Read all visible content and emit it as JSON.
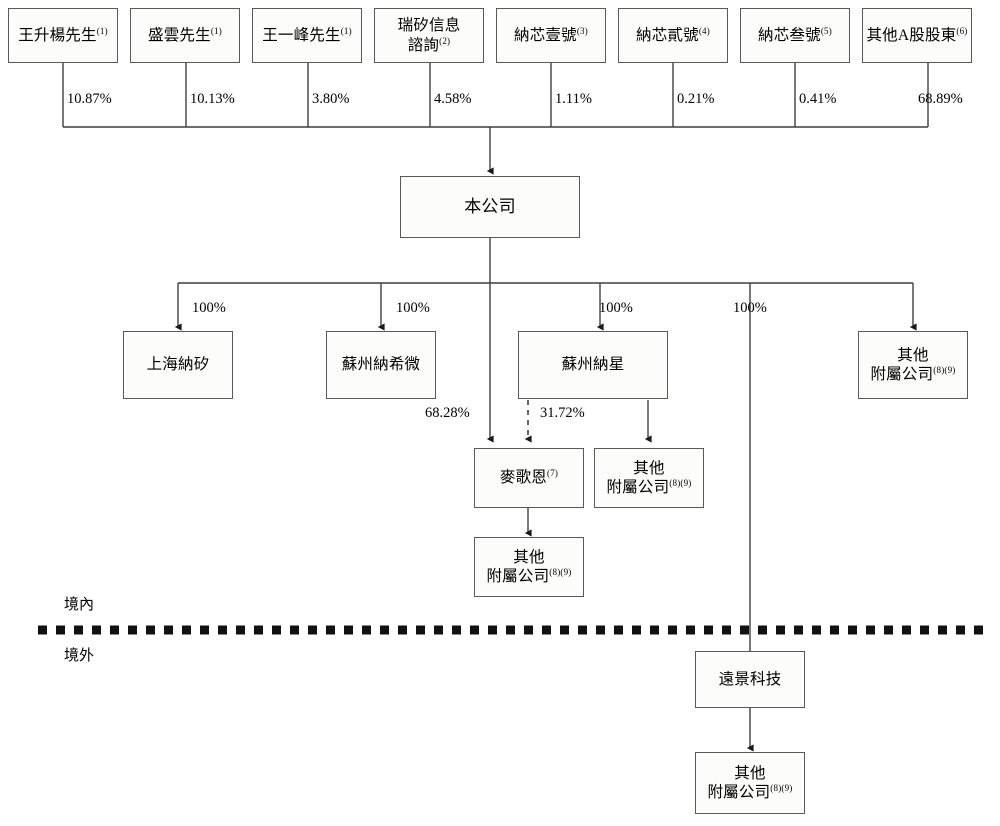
{
  "diagram": {
    "title": "Shareholding and corporate structure chart",
    "colors": {
      "box_border": "#595959",
      "box_fill": "#fcfcfa",
      "line": "#3f3f3f",
      "divider": "#111111",
      "text": "#000000"
    },
    "zones": {
      "onshore_label": "境內",
      "offshore_label": "境外"
    },
    "shareholders": [
      {
        "name": "王升楊先生",
        "note": "(1)",
        "percent": "10.87%"
      },
      {
        "name": "盛雲先生",
        "note": "(1)",
        "percent": "10.13%"
      },
      {
        "name": "王一峰先生",
        "note": "(1)",
        "percent": "3.80%"
      },
      {
        "name": "瑞矽信息\n諮詢",
        "line1": "瑞矽信息",
        "line2": "諮詢",
        "note": "(2)",
        "percent": "4.58%"
      },
      {
        "name": "納芯壹號",
        "note": "(3)",
        "percent": "1.11%"
      },
      {
        "name": "納芯貳號",
        "note": "(4)",
        "percent": "0.21%"
      },
      {
        "name": "納芯叁號",
        "note": "(5)",
        "percent": "0.41%"
      },
      {
        "name": "其他A股股東",
        "note": "(6)",
        "percent": "68.89%"
      }
    ],
    "company": {
      "name": "本公司",
      "note": ""
    },
    "subsidiaries": [
      {
        "name": "上海納矽",
        "note": "",
        "percent": "100%"
      },
      {
        "name": "蘇州納希微",
        "note": "",
        "percent": "100%"
      },
      {
        "name": "蘇州納星",
        "note": "",
        "percent": "100%"
      },
      {
        "name": "其他\n附屬公司",
        "line1": "其他",
        "line2": "附屬公司",
        "note": "(8)(9)",
        "percent": "100%"
      }
    ],
    "magnachip": {
      "name": "麥歌恩",
      "note": "(7)",
      "percent_from_company": "68.28%",
      "percent_from_nastar": "31.72%"
    },
    "nastar_other_sub": {
      "line1": "其他",
      "line2": "附屬公司",
      "note": "(8)(9)"
    },
    "magnachip_other_sub": {
      "line1": "其他",
      "line2": "附屬公司",
      "note": "(8)(9)"
    },
    "offshore": {
      "parent": {
        "name": "遠景科技",
        "note": ""
      },
      "child": {
        "line1": "其他",
        "line2": "附屬公司",
        "note": "(8)(9)"
      },
      "percent_to_parent": "100%"
    }
  }
}
